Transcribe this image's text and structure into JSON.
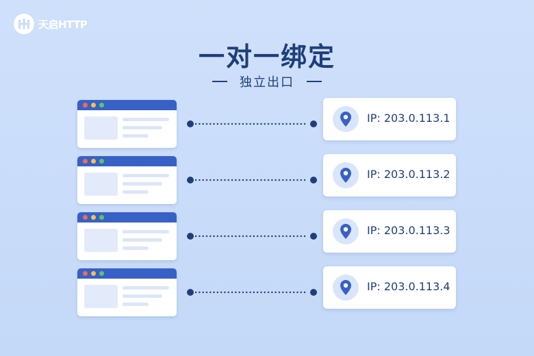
{
  "logo": {
    "text": "天启HTTP"
  },
  "header": {
    "title": "一对一绑定",
    "subtitle": "独立出口"
  },
  "rows": [
    {
      "ip_label": "IP: 203.0.113.1"
    },
    {
      "ip_label": "IP: 203.0.113.2"
    },
    {
      "ip_label": "IP: 203.0.113.3"
    },
    {
      "ip_label": "IP: 203.0.113.4"
    }
  ],
  "icons": {
    "logo": "tianqi-logo-icon",
    "location": "location-pin-icon"
  },
  "colors": {
    "background": "#c9dcf9",
    "primary": "#1f3e7a",
    "accent": "#3761c6",
    "card": "#ffffff",
    "dot_red": "#f06a5a",
    "dot_yellow": "#f4c24c",
    "dot_green": "#5ec46b"
  }
}
